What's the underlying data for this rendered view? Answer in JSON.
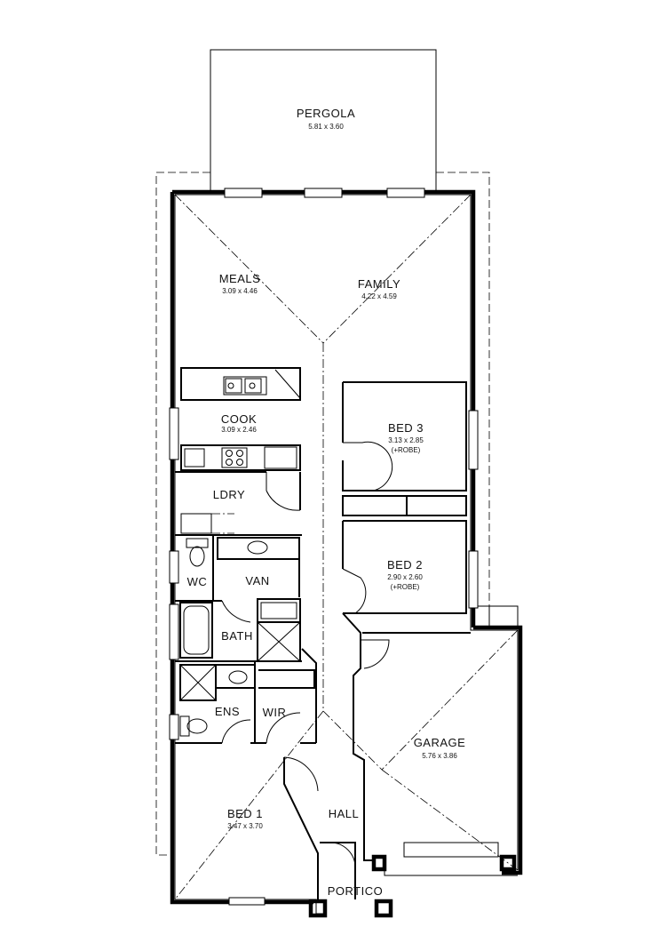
{
  "rooms": {
    "pergola": {
      "name": "PERGOLA",
      "dims": "5.81 x 3.60"
    },
    "meals": {
      "name": "MEALS",
      "dims": "3.09 x 4.46"
    },
    "family": {
      "name": "FAMILY",
      "dims": "4.22 x 4.59"
    },
    "cook": {
      "name": "COOK",
      "dims": "3.09 x 2.46"
    },
    "bed3": {
      "name": "BED 3",
      "dims": "3.13 x 2.85",
      "note": "(+ROBE)"
    },
    "ldry": {
      "name": "LDRY"
    },
    "bed2": {
      "name": "BED 2",
      "dims": "2.90 x 2.60",
      "note": "(+ROBE)"
    },
    "wc": {
      "name": "WC"
    },
    "van": {
      "name": "VAN"
    },
    "bath": {
      "name": "BATH"
    },
    "garage": {
      "name": "GARAGE",
      "dims": "5.76 x 3.86"
    },
    "ens": {
      "name": "ENS"
    },
    "wir": {
      "name": "WIR"
    },
    "bed1": {
      "name": "BED 1",
      "dims": "3.47 x 3.70"
    },
    "hall": {
      "name": "HALL"
    },
    "portico": {
      "name": "PORTICO"
    }
  }
}
